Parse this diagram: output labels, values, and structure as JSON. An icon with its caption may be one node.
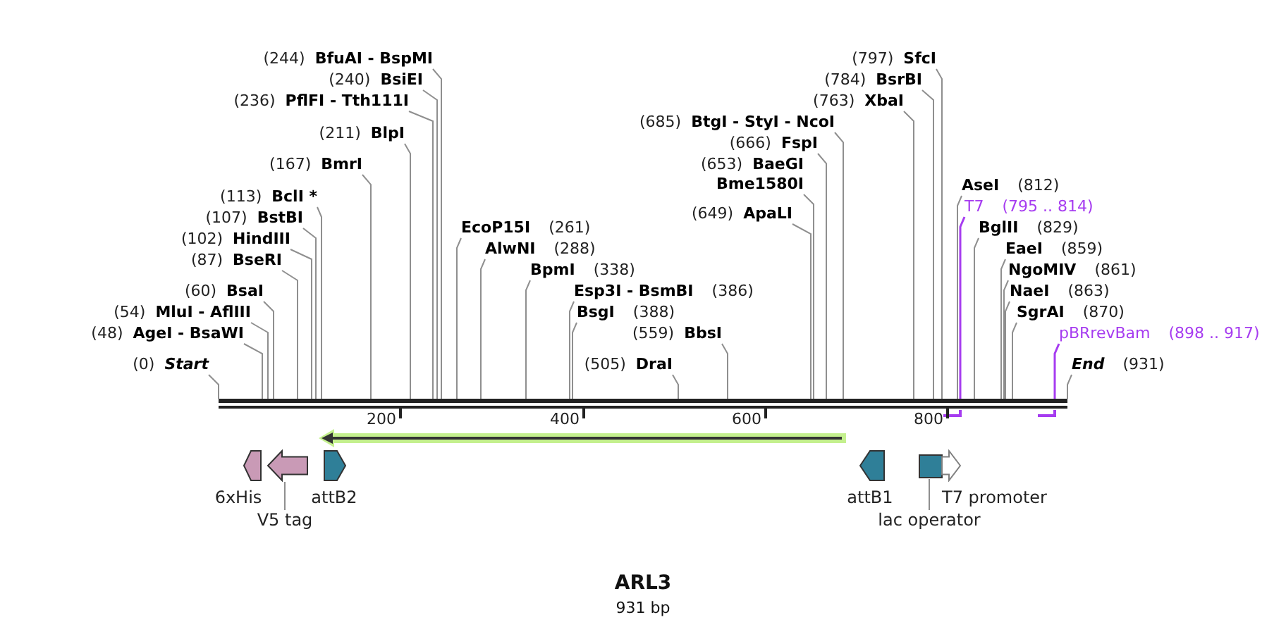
{
  "diagram": {
    "title": "ARL3",
    "caption": "931 bp",
    "nodes": [
      {
        "text": [
          "BfuAI - BspMI"
        ],
        "beside": [
          "(244)"
        ]
      },
      {
        "text": [
          "BsiEI"
        ],
        "beside": [
          "(240)"
        ]
      },
      {
        "text": [
          "PflFI - Tth111I"
        ],
        "beside": [
          "(236)"
        ]
      },
      {
        "text": [
          "SfcI"
        ],
        "beside": [
          "(797)"
        ]
      },
      {
        "text": [
          "BlpI"
        ],
        "beside": [
          "(211)"
        ]
      },
      {
        "text": [
          "BsrBI"
        ],
        "beside": [
          "(784)"
        ]
      },
      {
        "text": [
          "BmrI"
        ],
        "beside": [
          "(167)"
        ]
      },
      {
        "text": [
          "XbaI"
        ],
        "beside": [
          "(763)"
        ]
      },
      {
        "text": [
          "BclI *"
        ],
        "beside": [
          "(113)"
        ]
      },
      {
        "text": [
          "BtgI - StyI - NcoI"
        ],
        "beside": [
          "(685)"
        ]
      },
      {
        "text": [
          "BstBI"
        ],
        "beside": [
          "(107)"
        ]
      },
      {
        "text": [
          "FspI"
        ],
        "beside": [
          "(666)"
        ]
      },
      {
        "text": [
          "HindIII"
        ],
        "beside": [
          "(102)"
        ]
      },
      {
        "text": [
          "BsgI"
        ],
        "beside": [
          "(388)"
        ]
      },
      {
        "text": [
          "BseRI"
        ],
        "beside": [
          "(87)"
        ]
      },
      {
        "text": [
          "BaeGI",
          "Bme1580I"
        ],
        "beside": [
          "(653)"
        ]
      },
      {
        "text": [
          "NgoMIV"
        ],
        "beside": [
          "(861)"
        ]
      },
      {
        "text": [
          "Esp3I - BsmBI"
        ],
        "beside": [
          "(386)"
        ]
      },
      {
        "text": [
          "EaeI"
        ],
        "beside": [
          "(859)"
        ]
      },
      {
        "text": [
          "NaeI"
        ],
        "beside": [
          "(863)"
        ]
      },
      {
        "text": [
          "BsaI"
        ],
        "beside": [
          "(60)"
        ]
      },
      {
        "text": [
          "BpmI"
        ],
        "beside": [
          "(338)"
        ]
      },
      {
        "text": [
          "ApaLI"
        ],
        "beside": [
          "(649)"
        ]
      },
      {
        "text": [
          "BglII"
        ],
        "beside": [
          "(829)"
        ]
      },
      {
        "text": [
          "SgrAI"
        ],
        "beside": [
          "(870)"
        ]
      },
      {
        "text": [
          "MluI - AflIII"
        ],
        "beside": [
          "(54)"
        ]
      },
      {
        "text": [
          "AgeI - BsaWI"
        ],
        "beside": [
          "(48)"
        ]
      },
      {
        "text": [
          "AlwNI"
        ],
        "beside": [
          "(288)"
        ]
      },
      {
        "text": [
          "BbsI"
        ],
        "beside": [
          "(559)"
        ]
      },
      {
        "text": [
          "T7"
        ],
        "beside": [
          "(795 .. 814)"
        ]
      },
      {
        "text": [
          "pBRrevBam"
        ],
        "beside": [
          "(898 .. 917)"
        ]
      },
      {
        "text": [
          "Start"
        ],
        "beside": [
          "(0)"
        ]
      },
      {
        "text": [
          "EcoP15I"
        ],
        "beside": [
          "(261)"
        ]
      },
      {
        "text": [
          "DraI"
        ],
        "beside": [
          "(505)"
        ]
      },
      {
        "text": [
          "AseI"
        ],
        "beside": [
          "(812)"
        ]
      },
      {
        "text": [
          "End"
        ],
        "beside": [
          "(931)"
        ]
      },
      {
        "text": [],
        "shape": "bar"
      },
      {
        "text": [],
        "shape": "arrow"
      },
      {
        "text": [
          "6xHis"
        ]
      },
      {
        "text": [],
        "shape": "arrow"
      },
      {
        "text": [
          "attB2"
        ]
      },
      {
        "text": [
          "attB1"
        ]
      },
      {
        "text": [],
        "shape": "box"
      },
      {
        "text": [
          "T7 promoter"
        ]
      },
      {
        "text": [
          "V5 tag"
        ]
      },
      {
        "text": [
          "lac operator"
        ]
      }
    ],
    "edges": [
      {
        "from": 0,
        "to": 36,
        "arrow": "none"
      },
      {
        "from": 1,
        "to": 36,
        "arrow": "none"
      },
      {
        "from": 2,
        "to": 36,
        "arrow": "none"
      },
      {
        "from": 3,
        "to": 36,
        "arrow": "none"
      },
      {
        "from": 4,
        "to": 36,
        "arrow": "none"
      },
      {
        "from": 5,
        "to": 36,
        "arrow": "none"
      },
      {
        "from": 6,
        "to": 36,
        "arrow": "none"
      },
      {
        "from": 7,
        "to": 36,
        "arrow": "none"
      },
      {
        "from": 8,
        "to": 36,
        "arrow": "none"
      },
      {
        "from": 9,
        "to": 36,
        "arrow": "none"
      },
      {
        "from": 10,
        "to": 36,
        "arrow": "none"
      },
      {
        "from": 11,
        "to": 36,
        "arrow": "none"
      },
      {
        "from": 12,
        "to": 36,
        "arrow": "none"
      },
      {
        "from": 13,
        "to": 36,
        "arrow": "none"
      },
      {
        "from": 14,
        "to": 36,
        "arrow": "none"
      },
      {
        "from": 15,
        "to": 36,
        "arrow": "none"
      },
      {
        "from": 16,
        "to": 36,
        "arrow": "none"
      },
      {
        "from": 17,
        "to": 36,
        "arrow": "none"
      },
      {
        "from": 18,
        "to": 36,
        "arrow": "none"
      },
      {
        "from": 19,
        "to": 36,
        "arrow": "none"
      },
      {
        "from": 20,
        "to": 36,
        "arrow": "none"
      },
      {
        "from": 21,
        "to": 36,
        "arrow": "none"
      },
      {
        "from": 22,
        "to": 36,
        "arrow": "none"
      },
      {
        "from": 23,
        "to": 36,
        "arrow": "none"
      },
      {
        "from": 24,
        "to": 36,
        "arrow": "none"
      },
      {
        "from": 25,
        "to": 36,
        "arrow": "none"
      },
      {
        "from": 26,
        "to": 36,
        "arrow": "none"
      },
      {
        "from": 27,
        "to": 36,
        "arrow": "none"
      },
      {
        "from": 28,
        "to": 36,
        "arrow": "none"
      },
      {
        "from": 29,
        "to": 36,
        "arrow": "none",
        "color": "#a63cf0"
      },
      {
        "from": 30,
        "to": 36,
        "arrow": "none",
        "color": "#a63cf0"
      },
      {
        "from": 31,
        "to": 36,
        "arrow": "none"
      },
      {
        "from": 32,
        "to": 36,
        "arrow": "none"
      },
      {
        "from": 33,
        "to": 36,
        "arrow": "none"
      },
      {
        "from": 34,
        "to": 36,
        "arrow": "none"
      },
      {
        "from": 35,
        "to": 36,
        "arrow": "none"
      },
      {
        "from": 44,
        "to": 39,
        "arrow": "none"
      },
      {
        "from": 45,
        "to": 42,
        "arrow": "none"
      }
    ],
    "labels": [
      "200",
      "400",
      "600",
      "800"
    ]
  }
}
